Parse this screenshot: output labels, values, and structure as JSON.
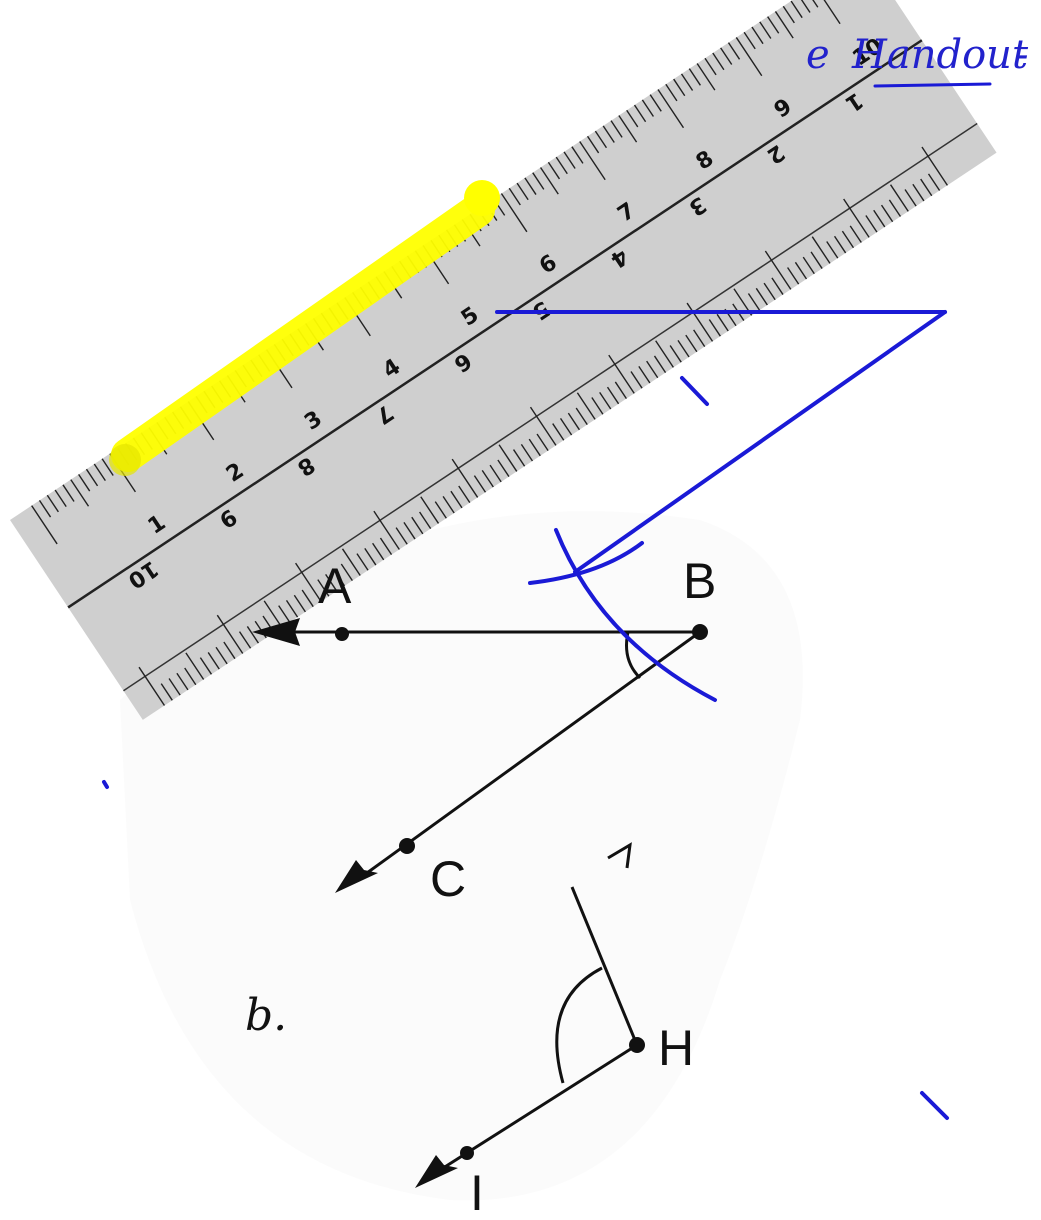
{
  "handwritten_title": "Handout",
  "handwritten_prefix": "e",
  "handwritten_dash": "-",
  "handwritten_note": "b.",
  "points": {
    "a": "A",
    "b": "B",
    "c": "C",
    "h": "H",
    "i": "I"
  },
  "ruler": {
    "top_scale": [
      "1",
      "2",
      "3",
      "4",
      "5",
      "6",
      "7",
      "8",
      "9",
      "10"
    ],
    "bottom_scale": [
      "10",
      "9",
      "8",
      "7",
      "6",
      "5",
      "4",
      "3",
      "2",
      "1"
    ]
  },
  "colors": {
    "ink_blue": "#1a1ad6",
    "highlight": "#ffff00",
    "ruler": "#cfcfcf",
    "line": "#111111"
  }
}
